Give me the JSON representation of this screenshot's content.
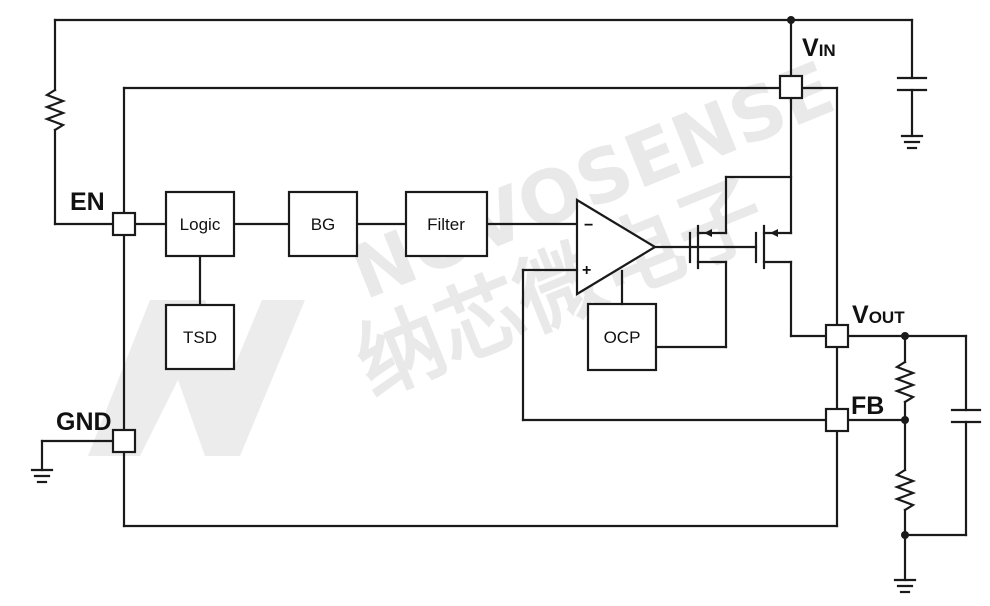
{
  "blocks": {
    "logic": "Logic",
    "tsd": "TSD",
    "bg": "BG",
    "filter": "Filter",
    "ocp": "OCP"
  },
  "pins": {
    "en": "EN",
    "gnd": "GND",
    "fb": "FB",
    "vin_main": "V",
    "vin_sub": "IN",
    "vout_main": "V",
    "vout_sub": "OUT"
  },
  "amplifier": {
    "minus": "−",
    "plus": "+"
  },
  "watermark": {
    "latin": "NOVOSENSE",
    "chinese": "纳芯微电子"
  }
}
